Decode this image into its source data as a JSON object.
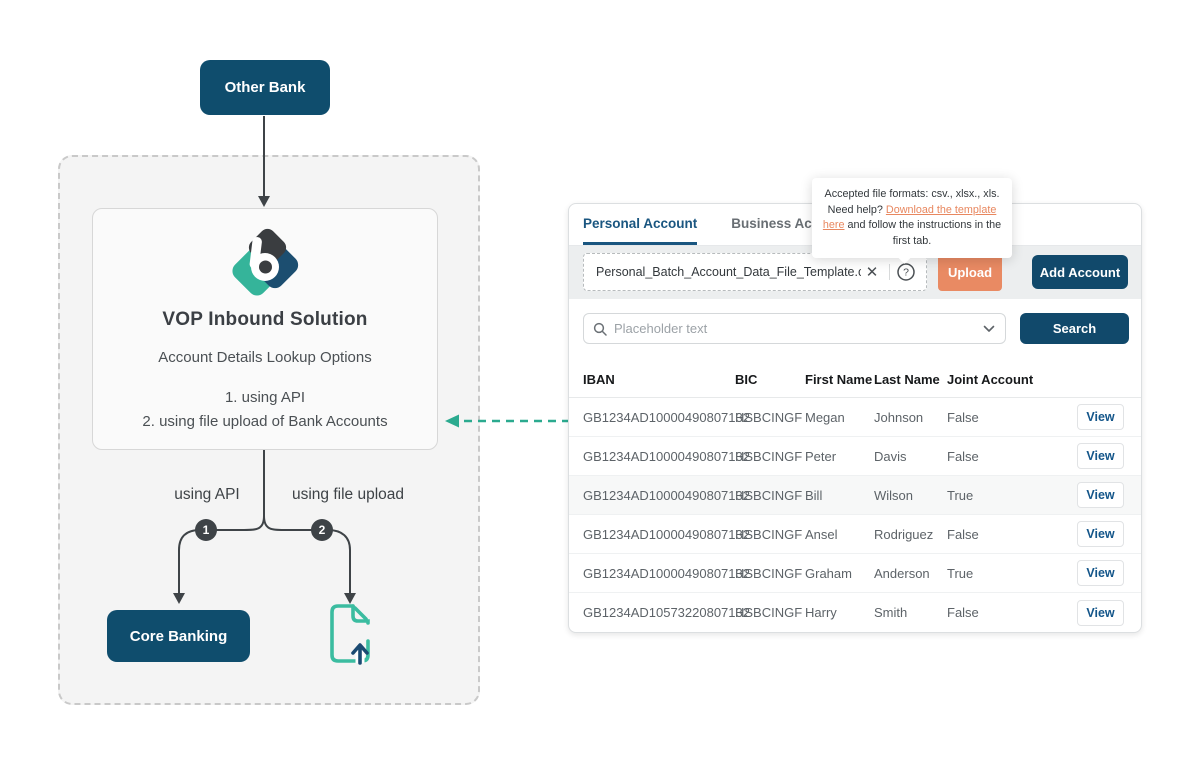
{
  "colors": {
    "navy": "#0f4d6d",
    "button_navy": "#11496b",
    "salmon": "#e98a63",
    "teal": "#35b49a",
    "arrow_teal": "#2baa8f",
    "charcoal": "#3e4347",
    "link_orange": "#e8875f",
    "view_blue": "#14568a",
    "tab_active_blue": "#1a5680"
  },
  "icons": {
    "logo": "vop-diamond-logo",
    "search": "magnifier",
    "chevron": "chevron-down",
    "close": "x-cross",
    "help": "question-circle",
    "file_upload": "document-with-up-arrow"
  },
  "diagram": {
    "other_bank": "Other Bank",
    "vop": {
      "title": "VOP Inbound Solution",
      "subtitle": "Account Details Lookup Options",
      "option1": "1. using API",
      "option2": "2. using file upload of Bank Accounts"
    },
    "branch1": {
      "label": "using API",
      "number": "1"
    },
    "branch2": {
      "label": "using file upload",
      "number": "2"
    },
    "core_banking": "Core Banking"
  },
  "panel": {
    "tabs": [
      {
        "label": "Personal Account",
        "active": true
      },
      {
        "label": "Business Account",
        "active": false
      }
    ],
    "tooltip": {
      "text_before_link": "Accepted file formats: csv., xlsx., xls. Need help? ",
      "link_text": "Download the template here",
      "text_after_link": " and follow the instructions in the first tab."
    },
    "file_upload": {
      "filename": "Personal_Batch_Account_Data_File_Template.csv",
      "upload_label": "Upload",
      "add_account_label": "Add Account"
    },
    "search": {
      "placeholder": "Placeholder text",
      "button_label": "Search"
    },
    "table": {
      "headers": [
        "IBAN",
        "BIC",
        "First Name",
        "Last Name",
        "Joint Account"
      ],
      "view_label": "View",
      "rows": [
        {
          "iban": "GB1234AD10000490807132",
          "bic": "HSBCINGF",
          "first": "Megan",
          "last": "Johnson",
          "joint": "False"
        },
        {
          "iban": "GB1234AD10000490807132",
          "bic": "HSBCINGF",
          "first": "Peter",
          "last": "Davis",
          "joint": "False"
        },
        {
          "iban": "GB1234AD10000490807132",
          "bic": "HSBCINGF",
          "first": "Bill",
          "last": "Wilson",
          "joint": "True"
        },
        {
          "iban": "GB1234AD10000490807132",
          "bic": "HSBCINGF",
          "first": "Ansel",
          "last": "Rodriguez",
          "joint": "False"
        },
        {
          "iban": "GB1234AD10000490807132",
          "bic": "HSBCINGF",
          "first": "Graham",
          "last": "Anderson",
          "joint": "True"
        },
        {
          "iban": "GB1234AD10573220807132",
          "bic": "HSBCINGF",
          "first": "Harry",
          "last": "Smith",
          "joint": "False"
        }
      ]
    }
  }
}
